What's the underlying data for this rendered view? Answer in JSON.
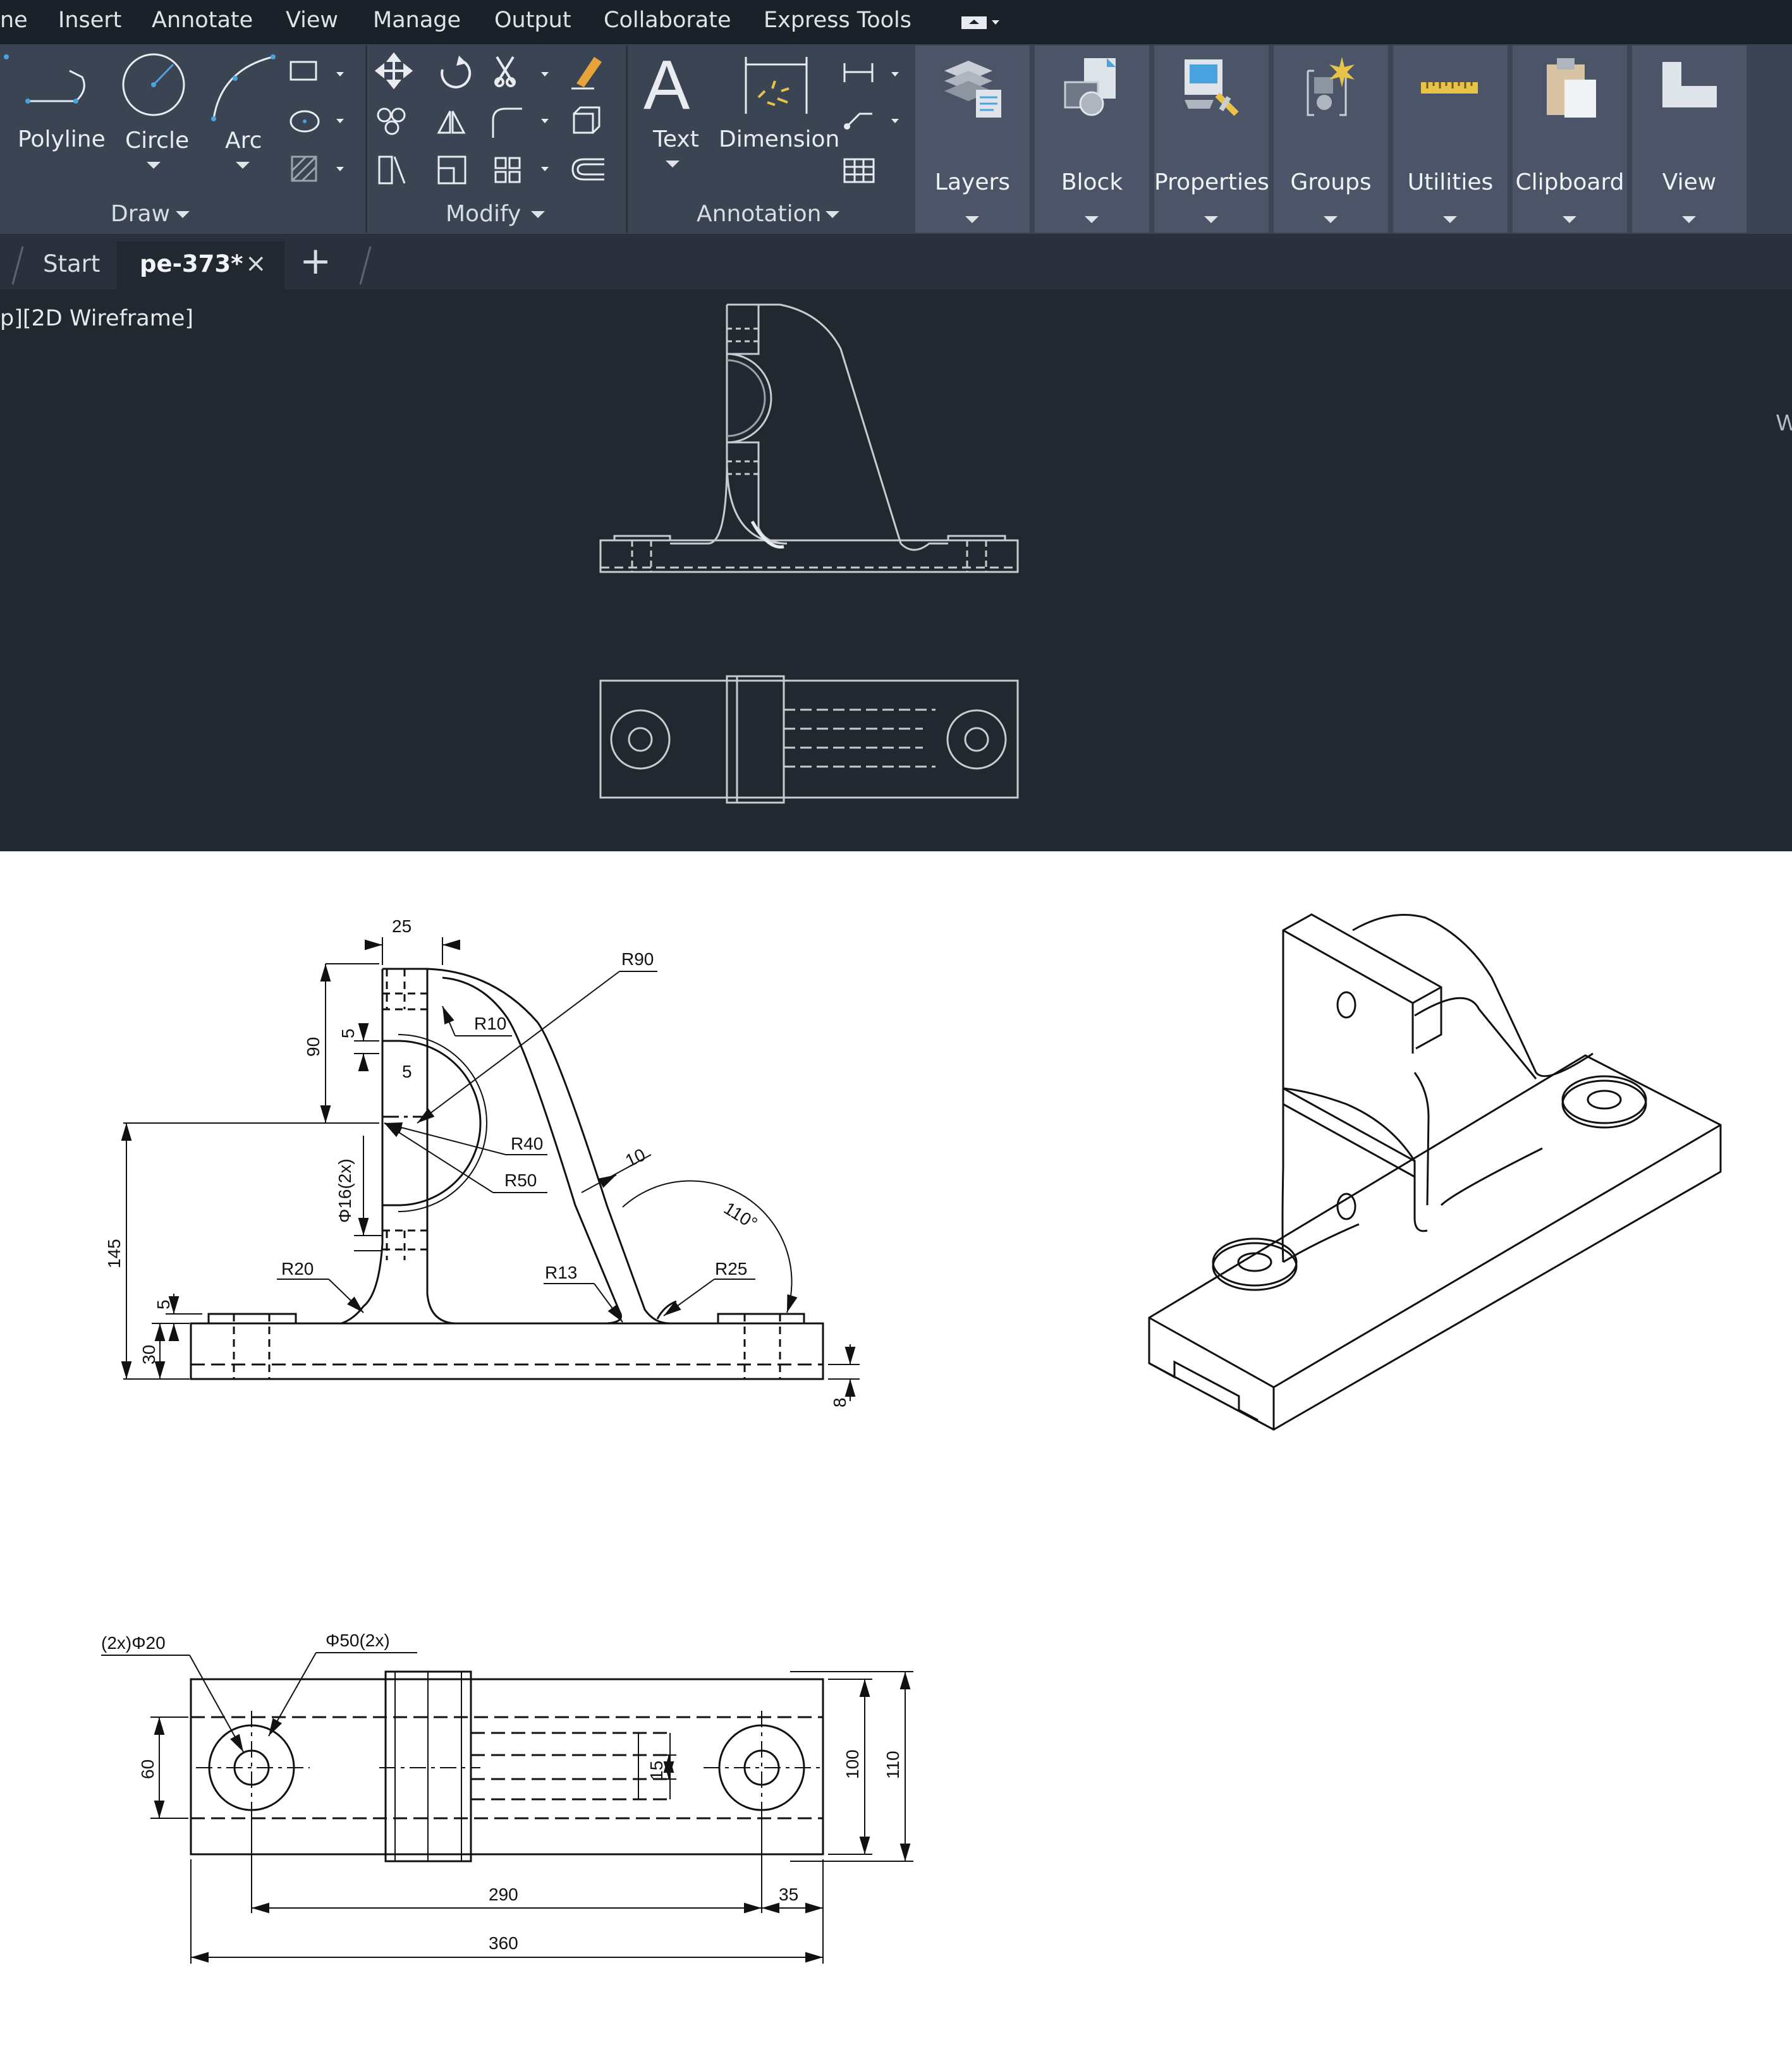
{
  "menubar": {
    "items": [
      "ne",
      "Insert",
      "Annotate",
      "View",
      "Manage",
      "Output",
      "Collaborate",
      "Express Tools"
    ]
  },
  "ribbon": {
    "draw": {
      "polyline": "Polyline",
      "circle": "Circle",
      "arc": "Arc",
      "title": "Draw"
    },
    "modify": {
      "title": "Modify"
    },
    "annotation": {
      "text": "Text",
      "dimension": "Dimension",
      "title": "Annotation"
    },
    "panels": [
      "Layers",
      "Block",
      "Properties",
      "Groups",
      "Utilities",
      "Clipboard",
      "View"
    ]
  },
  "tabs": {
    "start": "Start",
    "active": "pe-373*",
    "close": "×",
    "add": "+"
  },
  "viewport": {
    "label": "p][2D Wireframe]",
    "edge_text": "W"
  },
  "drawing": {
    "front": {
      "d25": "25",
      "r90": "R90",
      "r10": "R10",
      "d90": "90",
      "d5a": "5",
      "d5b": "5",
      "r40": "R40",
      "r50": "R50",
      "d10": "10",
      "a110": "110°",
      "phi16": "Φ16(2x)",
      "d145": "145",
      "r20": "R20",
      "r13": "R13",
      "r25": "R25",
      "d5c": "5",
      "d30": "30",
      "d8": "8"
    },
    "top": {
      "hole20": "(2x)Φ20",
      "hole50": "Φ50(2x)",
      "d60": "60",
      "d15": "15",
      "d100": "100",
      "d110": "110",
      "d290": "290",
      "d35": "35",
      "d360": "360"
    }
  },
  "colors": {
    "menubar": "#1b2129",
    "ribbon": "#3b4453",
    "canvas": "#212830",
    "accent": "#4aa3df",
    "icon_yellow": "#e8c34a"
  }
}
